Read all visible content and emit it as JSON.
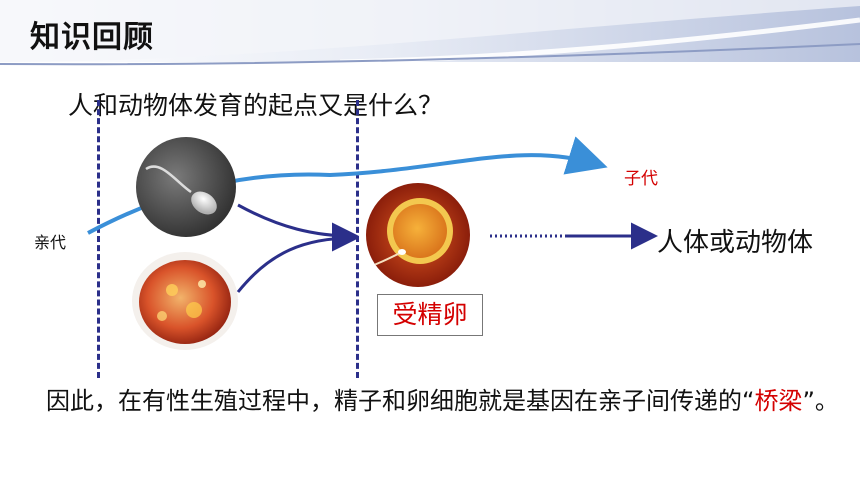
{
  "header": {
    "title": "知识回顾"
  },
  "question": "人和动物体发育的起点又是什么？",
  "labels": {
    "parent": "亲代",
    "offspring": "子代",
    "result": "人体或动物体",
    "zygote": "受精卵"
  },
  "conclusion": {
    "indent": "　",
    "before": "因此，在有性生殖过程中，精子和卵细胞就是基因在亲子间传递的“",
    "highlight": "桥梁",
    "after": "”。"
  },
  "images": {
    "sperm": "sperm-photo",
    "egg": "egg-cell-photo",
    "zygote": "fertilized-egg-photo"
  },
  "colors": {
    "heading_text": "#111111",
    "accent_red": "#d40000",
    "arrow_navy": "#2b2f8a",
    "curve_blue": "#3a8fd8",
    "header_wave": "#c5cde3"
  }
}
